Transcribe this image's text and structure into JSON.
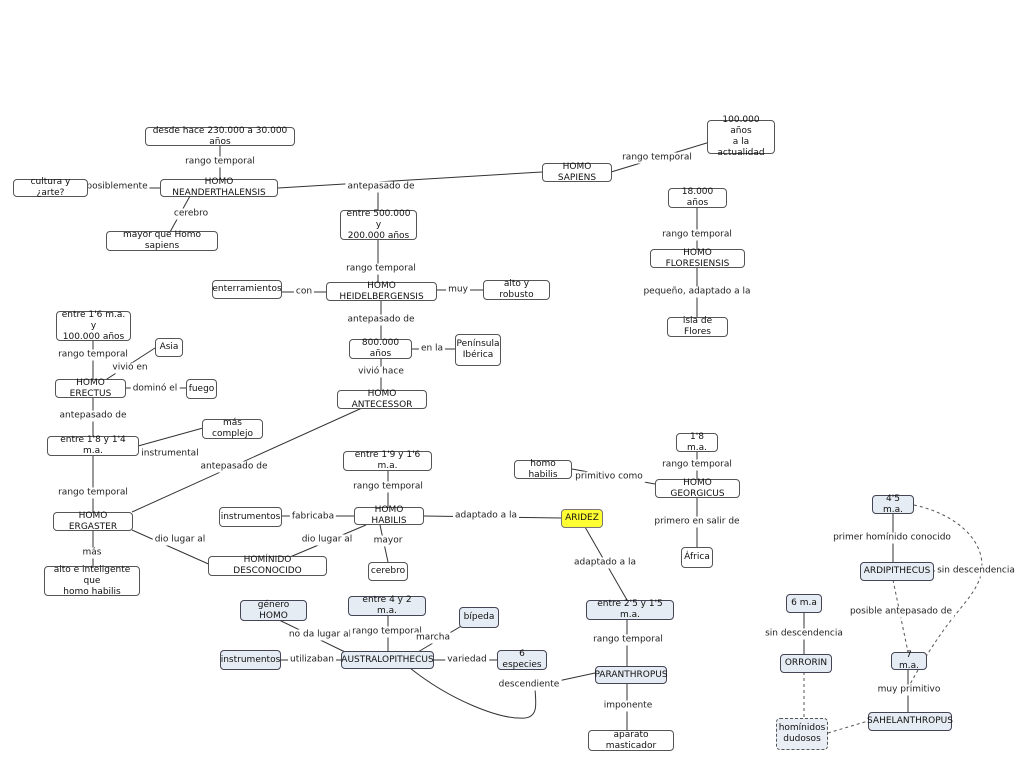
{
  "nodes": {
    "desde": "desde hace 230.000 a 30.000 años",
    "neander": "HOMO NEANDERTHALENSIS",
    "cultura": "cultura y ¿arte?",
    "mayor_sapiens": "mayor que Homo sapiens",
    "sapiens": "HOMO SAPIENS",
    "cienmil": "100.000 años\na la actualidad",
    "entre500": "entre 500.000 y\n200.000 años",
    "heidel": "HOMO HEIDELBERGENSIS",
    "enterr": "enterramientos",
    "alto_rob": "alto y robusto",
    "n800": "800.000 años",
    "peninsula": "Península\nIbérica",
    "antecessor": "HOMO ANTECESSOR",
    "n18000": "18.000 años",
    "flores_homo": "HOMO FLORESIENSIS",
    "isla": "isla de Flores",
    "entre16": "entre 1'6 m.a. y\n100.000 años",
    "asia": "Asia",
    "erectus": "HOMO ERECTUS",
    "fuego": "fuego",
    "entre18": "entre 1'8 y 1'4 m.a.",
    "mas_complejo": "más complejo",
    "ergaster": "HOMO ERGASTER",
    "alto_int": "alto e inteligente que\nhomo habilis",
    "entre19": "entre 1'9 y 1'6 m.a.",
    "habilis": "HOMO HABILIS",
    "instr1": "instrumentos",
    "hom_desc": "HOMÍNIDO DESCONOCIDO",
    "cerebro": "cerebro",
    "homo_habilis_small": "homo habilis",
    "n18ma": "1'8 m.a.",
    "georgicus": "HOMO GEORGICUS",
    "africa": "África",
    "aridez": "ARIDEZ",
    "entre25": "entre 2'5 y 1'5 m.a.",
    "paranthropus": "PARANTHROPUS",
    "aparato": "aparato masticador",
    "genero": "género HOMO",
    "entre4": "entre 4 y 2 m.a.",
    "bipeda": "bípeda",
    "instr2": "instrumentos",
    "australo": "AUSTRALOPITHECUS",
    "seis": "6 especies",
    "n45": "4'5 m.a.",
    "ardi": "ARDIPITHECUS",
    "n6": "6 m.a",
    "orrorin": "ORRORIN",
    "n7": "7 m.a.",
    "sahel": "SAHELANTHROPUS",
    "dudosos": "homínidos\ndudosos"
  },
  "links": {
    "rango_temporal": "rango temporal",
    "posiblemente": "posiblemente",
    "cerebro": "cerebro",
    "antepasado_de": "antepasado de",
    "con": "con",
    "muy": "muy",
    "en_la": "en la",
    "vivio_hace": "vivió hace",
    "pequeno": "pequeño, adaptado a la",
    "vivio_en": "vivió en",
    "domino_el": "dominó el",
    "instrumental": "instrumental",
    "mas": "más",
    "dio_lugar_al": "dio lugar al",
    "fabricaba": "fabricaba",
    "mayor": "mayor",
    "adaptado_a_la": "adaptado a la",
    "primitivo_como": "primitivo como",
    "primero": "primero en salir de",
    "imponente": "imponente",
    "no_da_lugar": "no da lugar al",
    "marcha": "marcha",
    "utilizaban": "utilizaban",
    "variedad": "variedad",
    "descendiente": "descendiente",
    "primer_hominido": "primer homínido conocido",
    "sin_descendencia": "sin descendencia",
    "posible_antepasado": "posible antepasado de",
    "muy_primitivo": "muy primitivo"
  },
  "colors": {
    "highlight": "#ffff33",
    "blue_node": "#e6ecf3"
  }
}
